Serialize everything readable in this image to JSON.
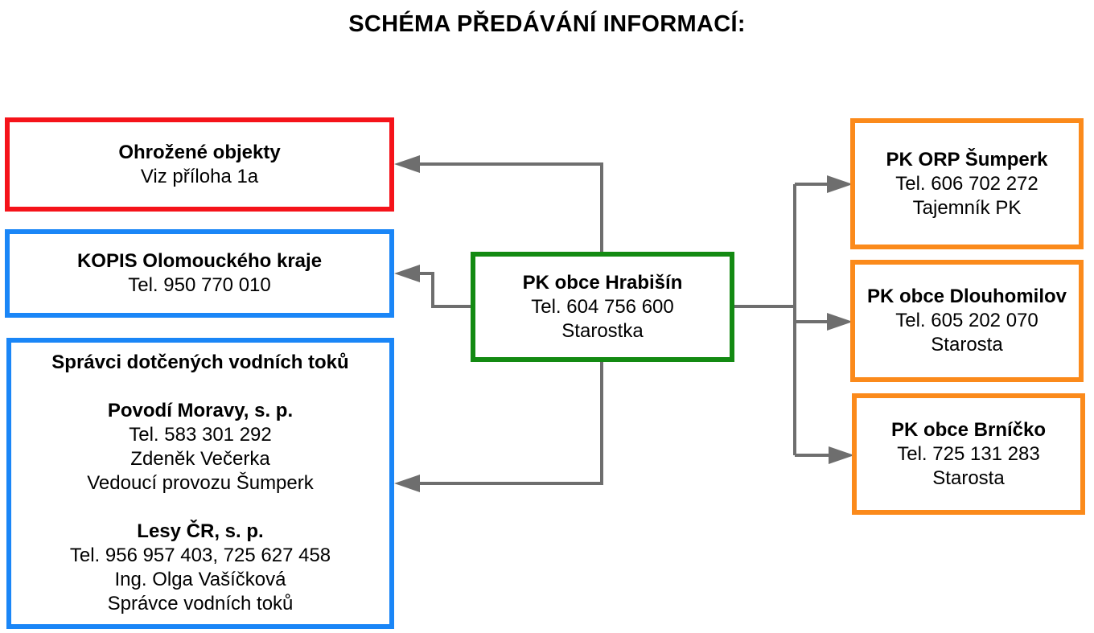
{
  "title": "SCHÉMA PŘEDÁVÁNÍ INFORMACÍ:",
  "colors": {
    "red": "#f5131a",
    "blue": "#1a86f7",
    "green": "#138a12",
    "orange": "#fb8a1b",
    "connector": "#6e6e6e"
  },
  "center": {
    "name": "PK obce Hrabišín",
    "phone": "Tel. 604 756 600",
    "role": "Starostka"
  },
  "left": {
    "endangered": {
      "name": "Ohrožené objekty",
      "note": "Viz příloha 1a"
    },
    "kopis": {
      "name": "KOPIS Olomouckého kraje",
      "phone": "Tel. 950 770 010"
    },
    "water": {
      "heading": "Správci dotčených vodních toků",
      "povodi": {
        "name": "Povodí Moravy, s. p.",
        "phone": "Tel. 583 301 292",
        "person": "Zdeněk Večerka",
        "role": "Vedoucí provozu Šumperk"
      },
      "lesy": {
        "name": "Lesy ČR, s. p.",
        "phone": "Tel. 956 957 403, 725 627 458",
        "person": "Ing. Olga Vašíčková",
        "role": "Správce vodních toků"
      }
    }
  },
  "right": {
    "orp": {
      "name": "PK ORP Šumperk",
      "phone": "Tel. 606 702 272",
      "role": "Tajemník PK"
    },
    "dlouhomilov": {
      "name": "PK obce Dlouhomilov",
      "phone": "Tel. 605 202 070",
      "role": "Starosta"
    },
    "brnicko": {
      "name": "PK obce Brníčko",
      "phone": "Tel. 725 131 283",
      "role": "Starosta"
    }
  }
}
